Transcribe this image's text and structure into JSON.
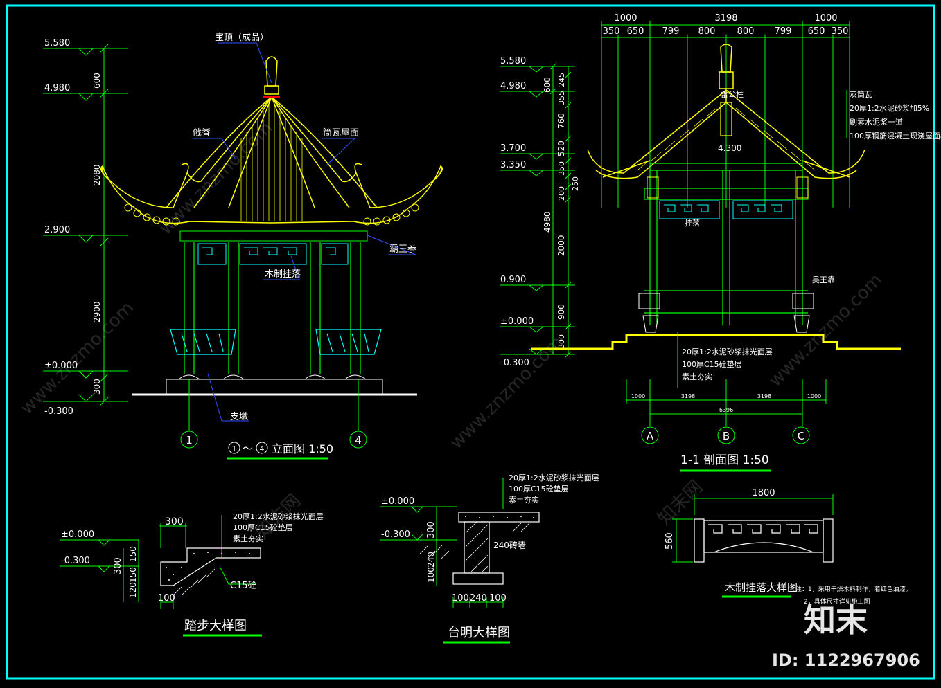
{
  "colors": {
    "background": "#000000",
    "frame": "#00ffff",
    "dimension": "#00ff00",
    "text": "#ffffff",
    "roof": "#ffff00",
    "ornament": "#00ffff",
    "leader": "#0000ff",
    "accent": "#ff0000"
  },
  "elevation": {
    "levels": [
      "5.580",
      "4.980",
      "2.900",
      "±0.000",
      "-0.300"
    ],
    "dims": [
      "600",
      "2080",
      "2900",
      "300"
    ],
    "labels": {
      "finial": "宝顶（成品）",
      "ridge": "戗脊",
      "roof_tile": "筒瓦屋面",
      "bracket": "霸王拳",
      "hanging": "木制挂落",
      "pier": "支墩"
    },
    "axis_left": "1",
    "axis_right": "4",
    "title_a": "1",
    "title_sep": "～",
    "title_b": "4",
    "title_text": "立面图 1:50"
  },
  "section": {
    "top_dims_row1": [
      "1000",
      "3198",
      "1000"
    ],
    "top_dims_row2": [
      "350",
      "650",
      "799",
      "800",
      "800",
      "799",
      "650",
      "350"
    ],
    "levels": [
      "5.580",
      "4.980",
      "3.700",
      "3.350",
      "0.900",
      "±0.000",
      "-0.300"
    ],
    "left_dims": [
      "600",
      "245",
      "355",
      "760",
      "520",
      "350",
      "250",
      "200",
      "4980",
      "2000",
      "900",
      "300"
    ],
    "labels": {
      "king_post": "雷公柱",
      "height": "4.300",
      "hanging": "挂落",
      "bracket": "吴王靠",
      "roof_1": "灰筒瓦",
      "roof_2": "20厚1:2水泥砂浆加5%",
      "roof_3": "刷素水泥浆一道",
      "roof_4": "100厚钢筋混凝土现浇屋面板",
      "floor_1": "20厚1:2水泥砂浆抹光面层",
      "floor_2": "100厚C15砼垫层",
      "floor_3": "素土夯实"
    },
    "bottom_dims": [
      "1000",
      "3198",
      "3198",
      "1000"
    ],
    "bottom_total": "6396",
    "axes": [
      "A",
      "B",
      "C"
    ],
    "title": "1-1 剖面图 1:50"
  },
  "step_detail": {
    "dims": [
      "300",
      "300",
      "150",
      "150",
      "120",
      "100"
    ],
    "levels": [
      "±0.000",
      "-0.300"
    ],
    "labels": [
      "20厚1:2水泥砂浆抹光面层",
      "100厚C15砼垫层",
      "素土夯实"
    ],
    "concrete": "C15砼",
    "title": "踏步大样图"
  },
  "platform_detail": {
    "levels": [
      "±0.000",
      "-0.300"
    ],
    "dims": [
      "300",
      "240",
      "100",
      "100",
      "240",
      "100"
    ],
    "labels": [
      "20厚1:2水泥砂浆抹光面层",
      "100厚C15砼垫层",
      "素土夯实"
    ],
    "wall": "240砖墙",
    "title": "台明大样图"
  },
  "hanging_detail": {
    "width": "1800",
    "height": "560",
    "title": "木制挂落大样图",
    "note_1": "注：1，采用干燥木料制作，着红色油漆。",
    "note_2": "2，具体尺寸详见施工图"
  },
  "watermark": {
    "brand": "知末",
    "id_label": "ID: 1122967906",
    "site": "www.znzmo.com",
    "site_cn": "知末网"
  }
}
